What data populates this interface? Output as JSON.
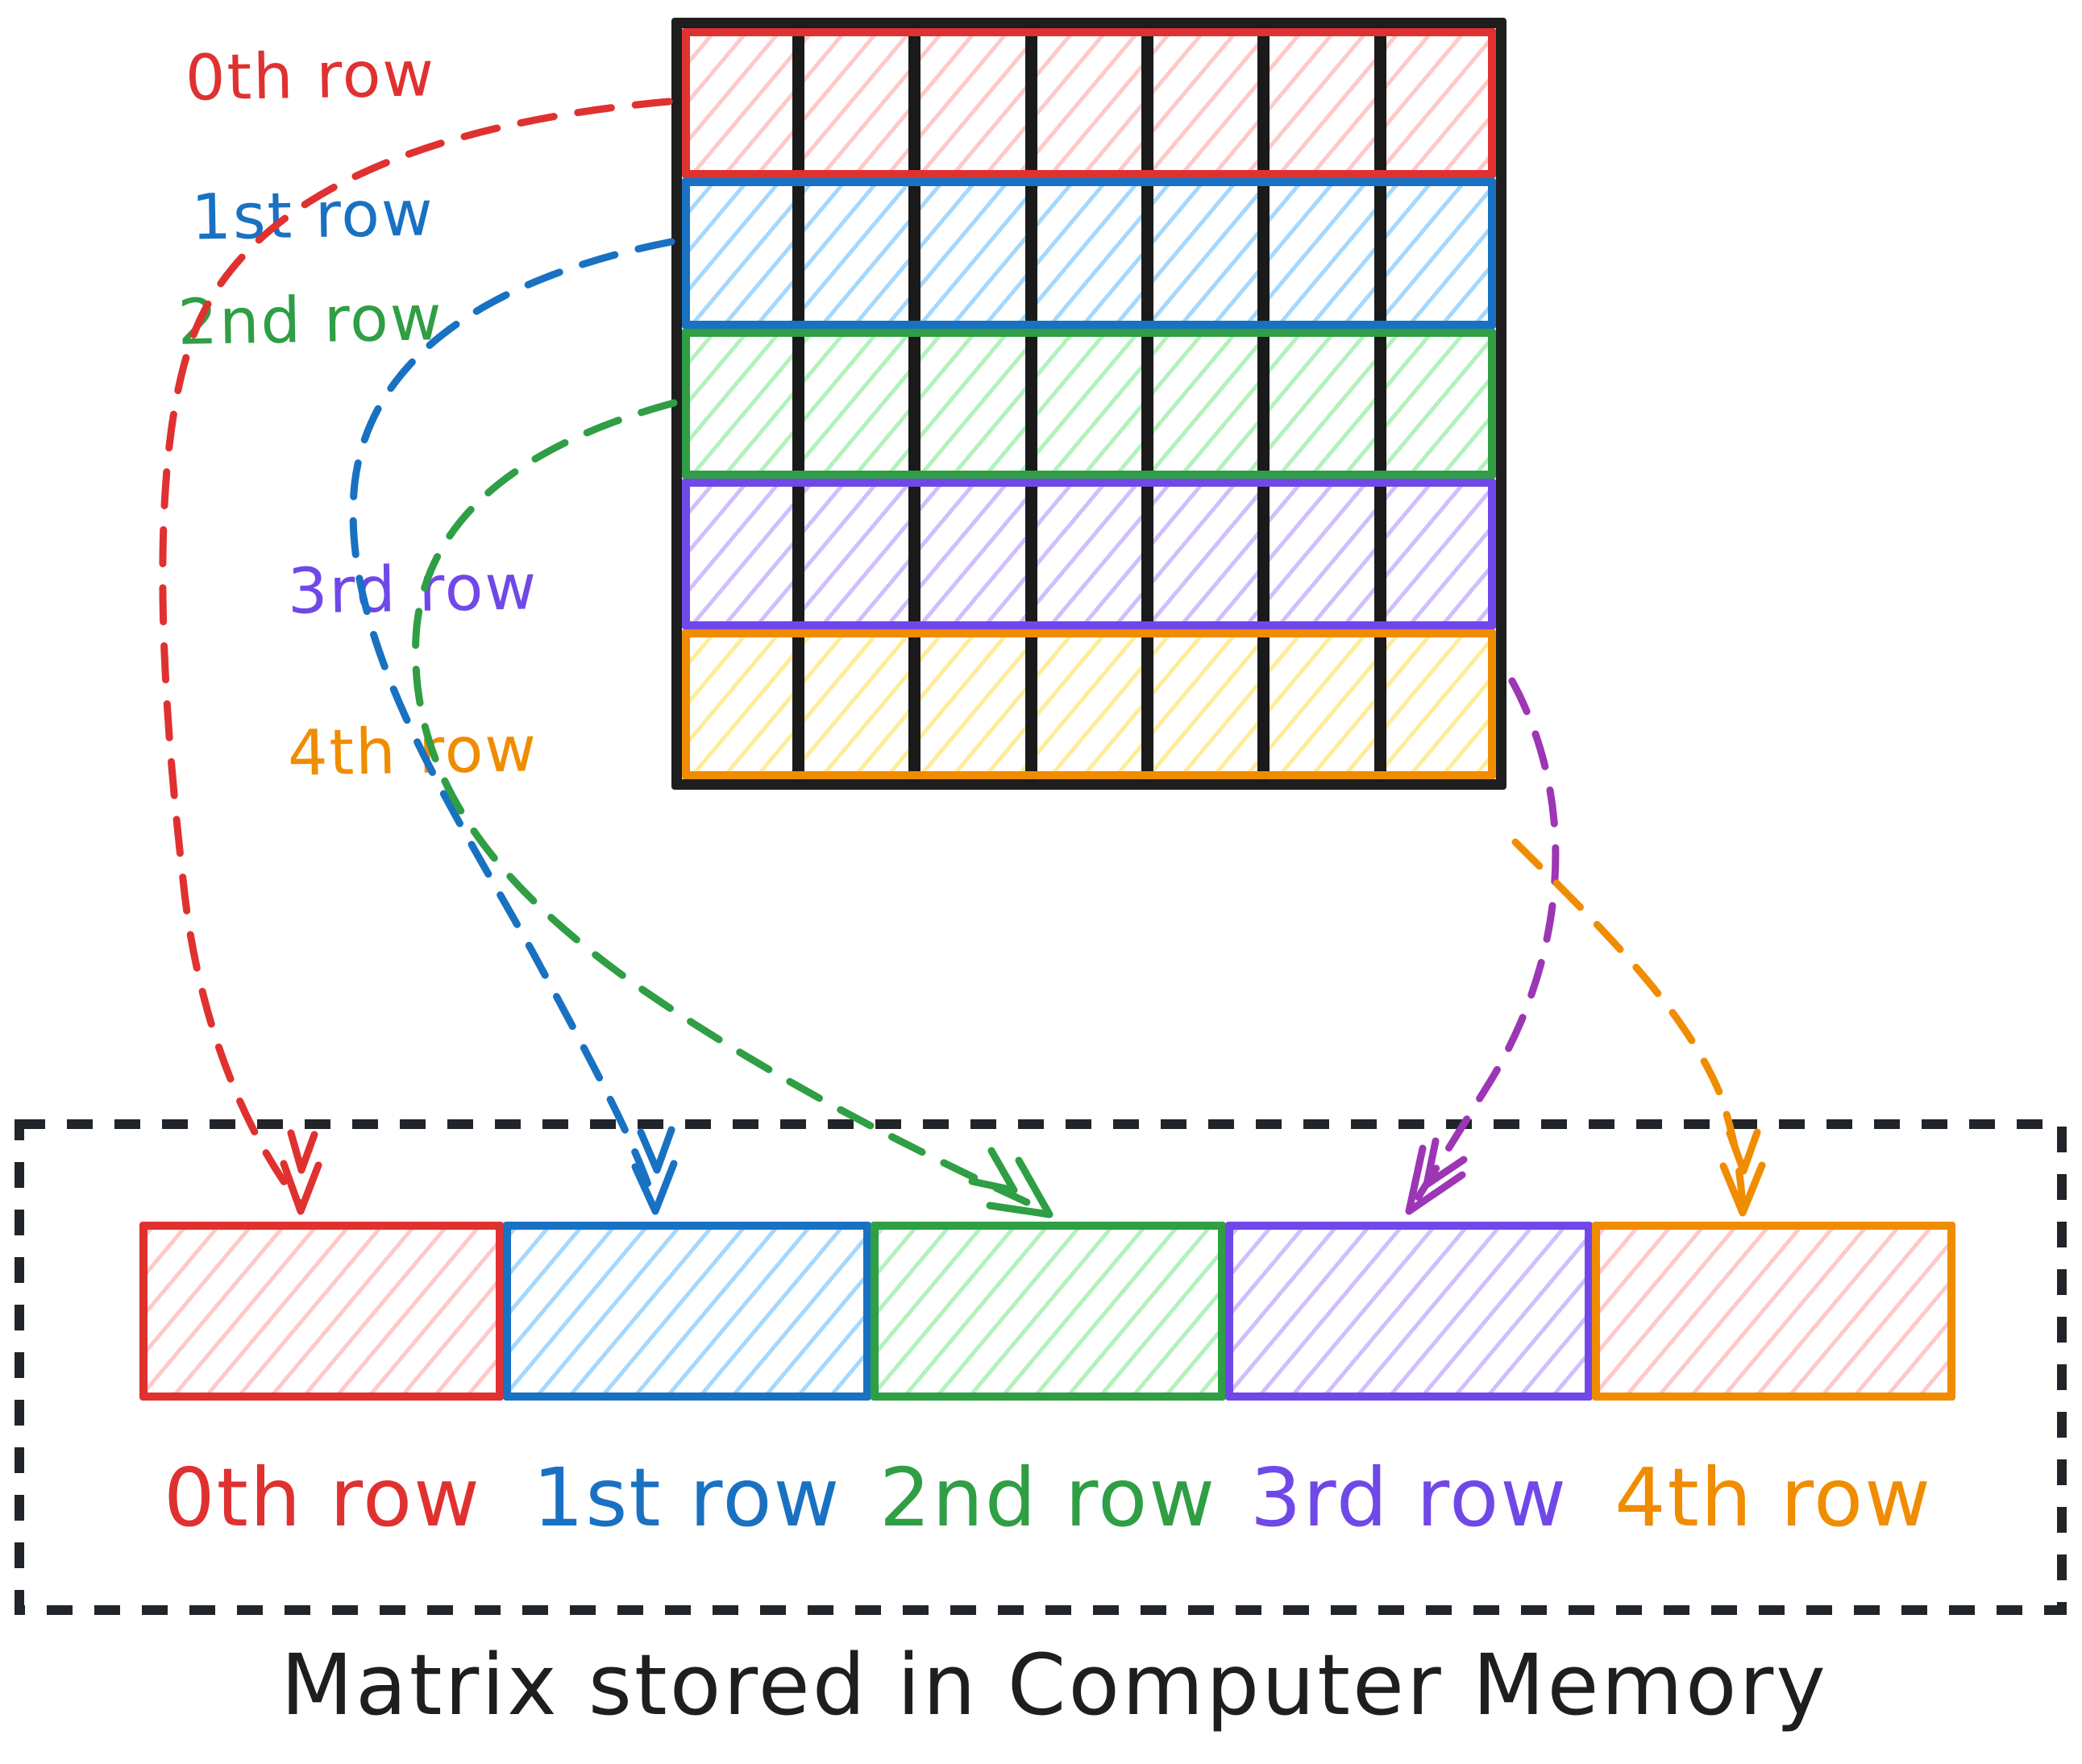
{
  "diagram": {
    "title": "Matrix stored in Computer Memory",
    "matrix": {
      "columns": 7,
      "rows": [
        {
          "label": "0th row",
          "stroke": "#e03131",
          "hatch": "#ffc9c9"
        },
        {
          "label": "1st row",
          "stroke": "#1971c2",
          "hatch": "#a5d8ff"
        },
        {
          "label": "2nd row",
          "stroke": "#2f9e44",
          "hatch": "#b2f2bb"
        },
        {
          "label": "3rd row",
          "stroke": "#7048e8",
          "hatch": "#d0bfff"
        },
        {
          "label": "4th row",
          "stroke": "#f08c00",
          "hatch": "#ffec99"
        }
      ]
    },
    "memory": {
      "blocks": [
        {
          "label": "0th row",
          "stroke": "#e03131",
          "hatch": "#ffc9c9"
        },
        {
          "label": "1st row",
          "stroke": "#1971c2",
          "hatch": "#a5d8ff"
        },
        {
          "label": "2nd row",
          "stroke": "#2f9e44",
          "hatch": "#b2f2bb"
        },
        {
          "label": "3rd row",
          "stroke": "#7048e8",
          "hatch": "#d0bfff"
        },
        {
          "label": "4th row",
          "stroke": "#f08c00",
          "hatch": "#ffc9c9"
        }
      ],
      "caption": "Matrix stored in Computer Memory"
    },
    "arrow_colors": {
      "row0": "#e03131",
      "row1": "#1971c2",
      "row2": "#2f9e44",
      "row3": "#9c36b5",
      "row4": "#f08c00"
    },
    "outline_color": "#1e1e1e"
  }
}
